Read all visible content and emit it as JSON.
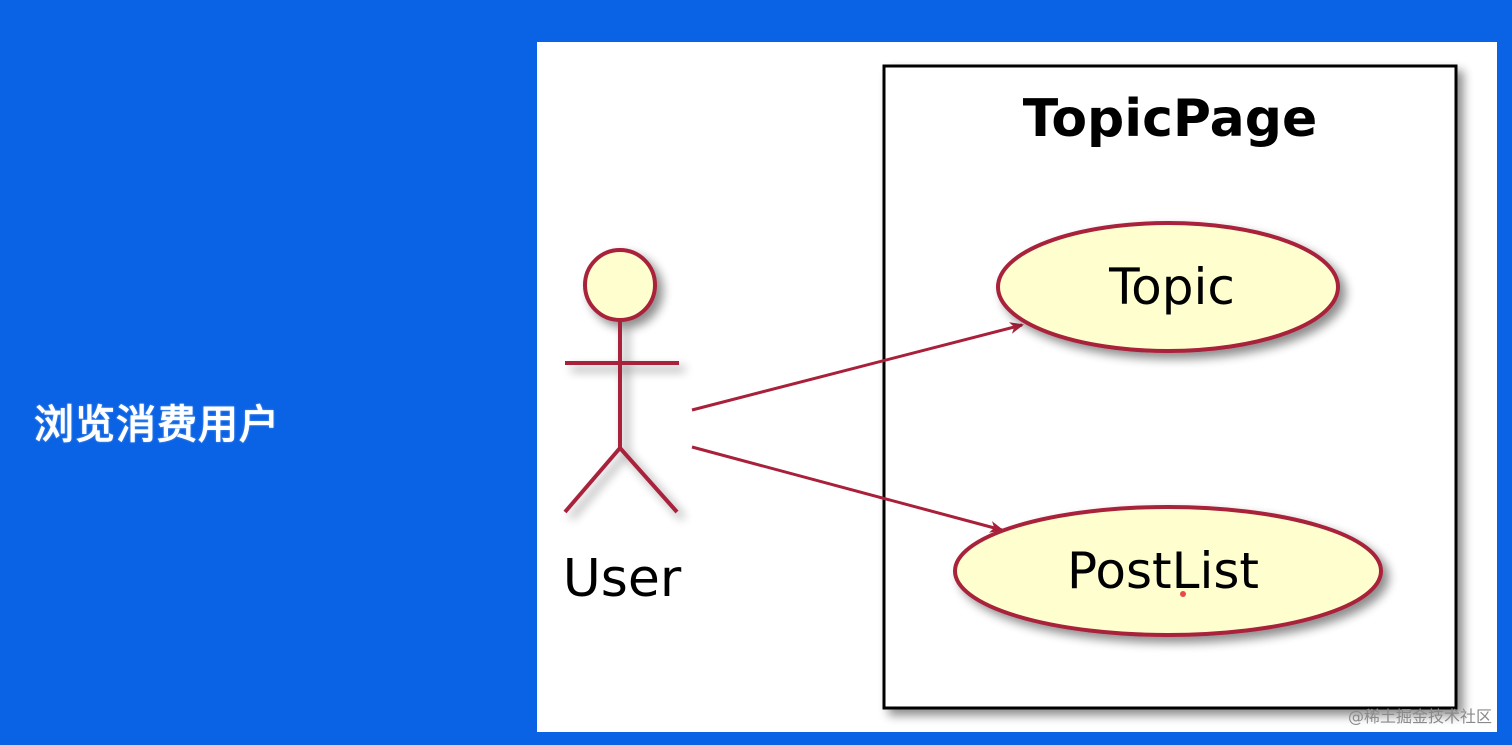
{
  "slide": {
    "title": "浏览消费用户",
    "background_color": "#0a62e4"
  },
  "diagram": {
    "type": "uml-use-case",
    "system_boundary": {
      "label": "TopicPage"
    },
    "actor": {
      "label": "User"
    },
    "use_cases": [
      {
        "label": "Topic"
      },
      {
        "label": "PostList"
      }
    ],
    "associations": [
      {
        "from": "User",
        "to": "Topic"
      },
      {
        "from": "User",
        "to": "PostList"
      }
    ],
    "colors": {
      "stroke": "#a8203a",
      "fill": "#fefece",
      "frame": "#000000"
    }
  },
  "watermark": "@稀土掘金技术社区"
}
